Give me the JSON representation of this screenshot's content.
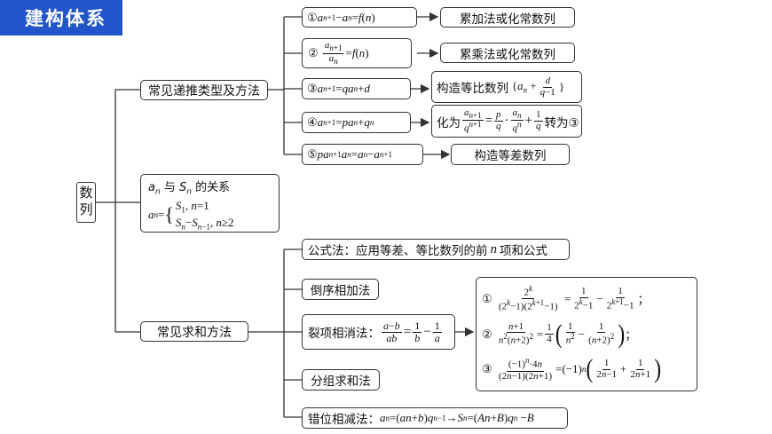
{
  "banner": {
    "title": "建构体系"
  },
  "root": {
    "label": "数列"
  },
  "recursion": {
    "label": "常见递推类型及方法",
    "types": [
      {
        "formula": "①a_{n+1}−a_n=f(n)",
        "method": "累加法或化常数列"
      },
      {
        "formula": "② a_{n+1}/a_n=f(n)",
        "method": "累乘法或化常数列"
      },
      {
        "formula": "③a_{n+1}=qa_n+d",
        "method": "构造等比数列 {a_n + d/(q−1)}"
      },
      {
        "formula": "④a_{n+1}=pa_n+q^n",
        "method": "化为 a_{n+1}/q^{n+1} = p/q · a_n/q^n + 1/q 转为③"
      },
      {
        "formula": "⑤pa_{n+1}a_n=a_n−a_{n+1}",
        "method": "构造等差数列"
      }
    ]
  },
  "relation": {
    "title": "a_n 与 S_n 的关系",
    "case1": "S_1, n=1",
    "case2": "S_n−S_{n−1}, n≥2"
  },
  "summation": {
    "label": "常见求和方法",
    "methods": {
      "formula": "公式法：应用等差、等比数列的前 n 项和公式",
      "reverse": "倒序相加法",
      "split": "裂项相消法：(a−b)/(ab) = 1/b − 1/a",
      "group": "分组求和法",
      "shift": "错位相减法：a_n=(an+b)q^{n−1}→S_n=(An+B)q^n −B"
    },
    "examples": [
      "① 2^k/((2^k−1)(2^{k+1}−1)) = 1/(2^k−1) − 1/(2^{k+1}−1)；",
      "② (n+1)/(n^2(n+2)^2) = 1/4(1/n^2 − 1/(n+2)^2)；",
      "③ (−1)^n·4n/((2n−1)(2n+1)) = (−1)^n(1/(2n−1) + 1/(2n+1))"
    ]
  },
  "colors": {
    "banner": "#2255c9",
    "line": "#333333"
  }
}
